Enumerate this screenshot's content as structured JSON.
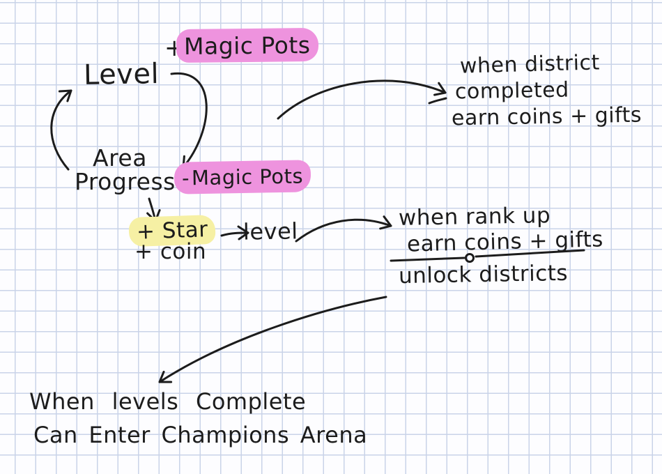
{
  "colors": {
    "paper": "#fdfdff",
    "grid_line": "#c9d3e8",
    "ink": "#1c1c1c",
    "highlight_pink": "#ee93de",
    "highlight_yellow": "#f6f0a4"
  },
  "cycle": {
    "level": "Level",
    "area_line1": "Area",
    "area_line2": "Progress",
    "magic_pots_gain_prefix": "+",
    "magic_pots_gain": "Magic Pots",
    "magic_pots_loss_prefix": "-",
    "magic_pots_loss": "Magic Pots"
  },
  "rewards": {
    "star": "+ Star",
    "coin": "+ coin",
    "level": "level"
  },
  "notes": {
    "district": {
      "line1": "when district",
      "line2": "completed",
      "line3": "earn coins + gifts"
    },
    "rank_up": {
      "line1": "when rank up",
      "line2": "earn coins + gifts",
      "line3": "unlock districts"
    },
    "champions": {
      "line1": "When levels Complete",
      "line2": "Can Enter Champions Arena"
    }
  }
}
